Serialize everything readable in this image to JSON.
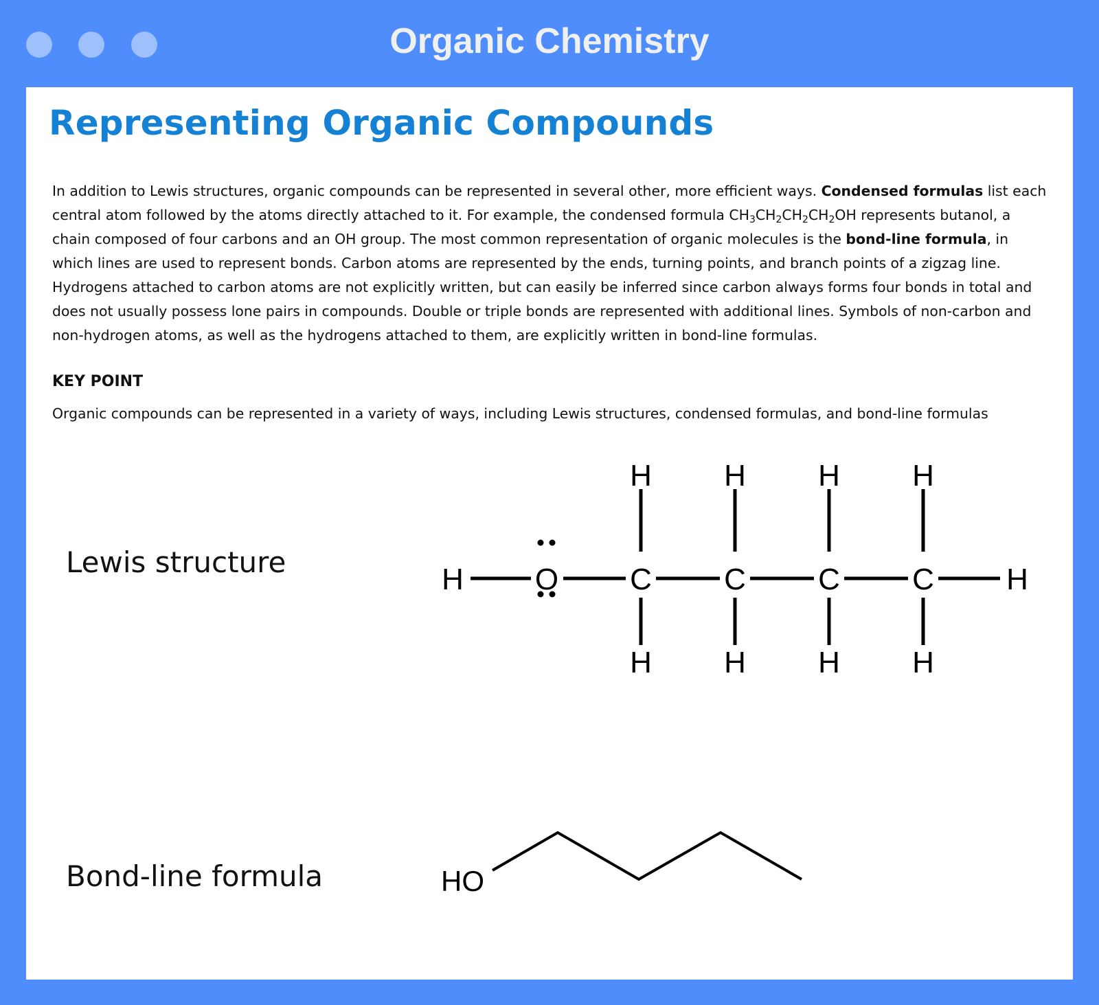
{
  "window": {
    "title": "Organic Chemistry",
    "controls": [
      "window-dot-1",
      "window-dot-2",
      "window-dot-3"
    ]
  },
  "page": {
    "title": "Representing Organic Compounds",
    "paragraph": {
      "text_1": "In addition to Lewis structures, organic compounds can be represented in several other, more efficient ways. ",
      "bold_1": "Condensed formulas",
      "text_2": " list each central atom followed by the atoms directly attached to it. For example, the condensed formula ",
      "formula": {
        "ch3": "CH",
        "sub3": "3",
        "ch2a": "CH",
        "sub2a": "2",
        "ch2b": "CH",
        "sub2b": "2",
        "ch2c": "CH",
        "sub2c": "2",
        "oh": "OH"
      },
      "text_3": " represents butanol, a chain composed of four carbons and an OH group. The most common representation of organic molecules is the ",
      "bold_2": "bond-line formula",
      "text_4": ", in which lines are used to represent bonds. Carbon atoms are represented by the ends, turning points, and branch points of a zigzag line. Hydrogens attached to carbon atoms are not explicitly written, but can easily be inferred since carbon always forms four bonds in total and does not usually possess lone pairs in compounds. Double or triple bonds are represented with additional lines. Symbols of non-carbon and non-hydrogen atoms, as well as the hydrogens attached to them, are explicitly written in bond-line formulas."
    },
    "key_point": {
      "heading": "KEY POINT",
      "text": "Organic compounds can be represented in a variety of ways, including Lewis structures, condensed formulas, and bond-line formulas"
    },
    "diagrams": {
      "lewis_label": "Lewis structure",
      "bondline_label": "Bond-line formula",
      "lewis": {
        "h_left": "H",
        "o": "O",
        "carbons": [
          "C",
          "C",
          "C",
          "C"
        ],
        "h_top": [
          "H",
          "H",
          "H",
          "H"
        ],
        "h_bottom": [
          "H",
          "H",
          "H",
          "H"
        ],
        "h_right": "H"
      },
      "bondline": {
        "ho": "HO"
      }
    }
  }
}
